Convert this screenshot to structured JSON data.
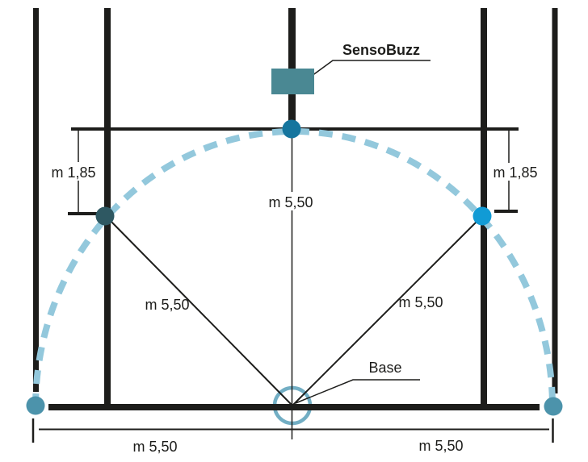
{
  "diagram": {
    "type": "installation-measurement-diagram",
    "labels": {
      "sensor": "SensoBuzz",
      "base": "Base",
      "height_left": "m 1,85",
      "height_right": "m 1,85",
      "radius_center": "m 5,50",
      "radius_left": "m 5,50",
      "radius_right": "m 5,50",
      "span_left": "m 5,50",
      "span_right": "m 5,50"
    },
    "colors": {
      "line": "#1d1d1b",
      "arc_dash": "#93c8dc",
      "base_ring": "#72aec4",
      "sensor_box": "#4a8893",
      "dot_top": "#15759e",
      "dot_left": "#2e5862",
      "dot_right": "#119bd5",
      "dot_ground_left": "#4c93ab",
      "dot_ground_right": "#4c93ab"
    }
  }
}
